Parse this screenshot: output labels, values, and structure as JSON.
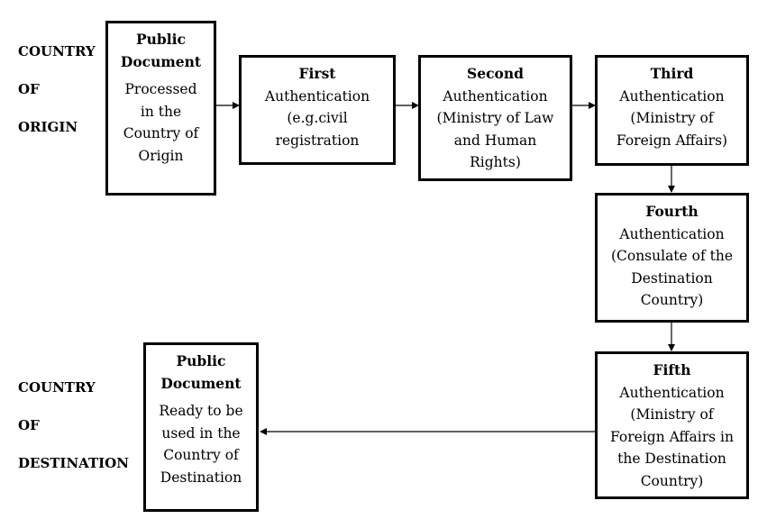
{
  "origin_label": [
    "COUNTRY",
    "OF",
    "ORIGIN"
  ],
  "destination_label": [
    "COUNTRY",
    "OF",
    "DESTINATION"
  ],
  "boxes": {
    "public_origin": {
      "title": [
        "Public",
        "Document"
      ],
      "body": [
        "Processed",
        "in the",
        "Country of",
        "Origin"
      ]
    },
    "first": {
      "title": "First",
      "body": [
        "Authentication",
        "(e.g.civil",
        "registration"
      ]
    },
    "second": {
      "title": "Second",
      "body": [
        "Authentication",
        "(Ministry of Law",
        "and Human",
        "Rights)"
      ]
    },
    "third": {
      "title": "Third",
      "body": [
        "Authentication",
        "(Ministry of",
        "Foreign Affairs)"
      ]
    },
    "fourth": {
      "title": "Fourth",
      "body": [
        "Authentication",
        "(Consulate of the",
        "Destination",
        "Country)"
      ]
    },
    "fifth": {
      "title": "Fifth",
      "body": [
        "Authentication",
        "(Ministry of",
        "Foreign Affairs in",
        "the Destination",
        "Country)"
      ]
    },
    "public_destination": {
      "title": [
        "Public",
        "Document"
      ],
      "body": [
        "Ready to be",
        "used in the",
        "Country of",
        "Destination"
      ]
    }
  }
}
